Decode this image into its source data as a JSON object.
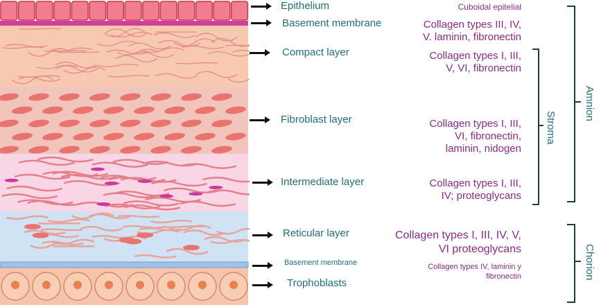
{
  "layers": [
    {
      "name": "Epithelium",
      "composition": "Cuboidal epitelial"
    },
    {
      "name": "Basement membrane",
      "composition": [
        "Collagen types III, IV,",
        "V. laminin, fibronectin"
      ]
    },
    {
      "name": "Compact layer",
      "composition": [
        "Collagen types I, III,",
        "V, VI, fibronectin"
      ]
    },
    {
      "name": "Fibroblast layer",
      "composition": [
        "Collagen types I, III,",
        "VI, fibronectin,",
        "laminin, nidogen"
      ]
    },
    {
      "name": "Intermediate layer",
      "composition": [
        "Collagen types I, III,",
        "IV; proteoglycans"
      ]
    },
    {
      "name": "Reticular layer",
      "composition": [
        "Collagen types I, III, IV, V,",
        "VI proteoglycans"
      ]
    },
    {
      "name": "Basement membrane",
      "composition": [
        "Collagen types IV, laminin y",
        "fibronectin"
      ]
    },
    {
      "name": "Trophoblasts"
    }
  ],
  "groups": {
    "amnion": "Amnion",
    "stroma": "Stroma",
    "chorion": "Chorion"
  },
  "colors": {
    "label": "#1f6f78",
    "composition": "#8a2a8a",
    "epithelium": "#f27d8f",
    "basement_top": "#d0409a",
    "compact": "#f6c9b0",
    "fibroblast": "#f1c4bc",
    "intermediate": "#f8d6e6",
    "reticular": "#cfe3f4",
    "basement_bottom": "#9fc3e6",
    "trophoblast": "#f6c4ac"
  }
}
